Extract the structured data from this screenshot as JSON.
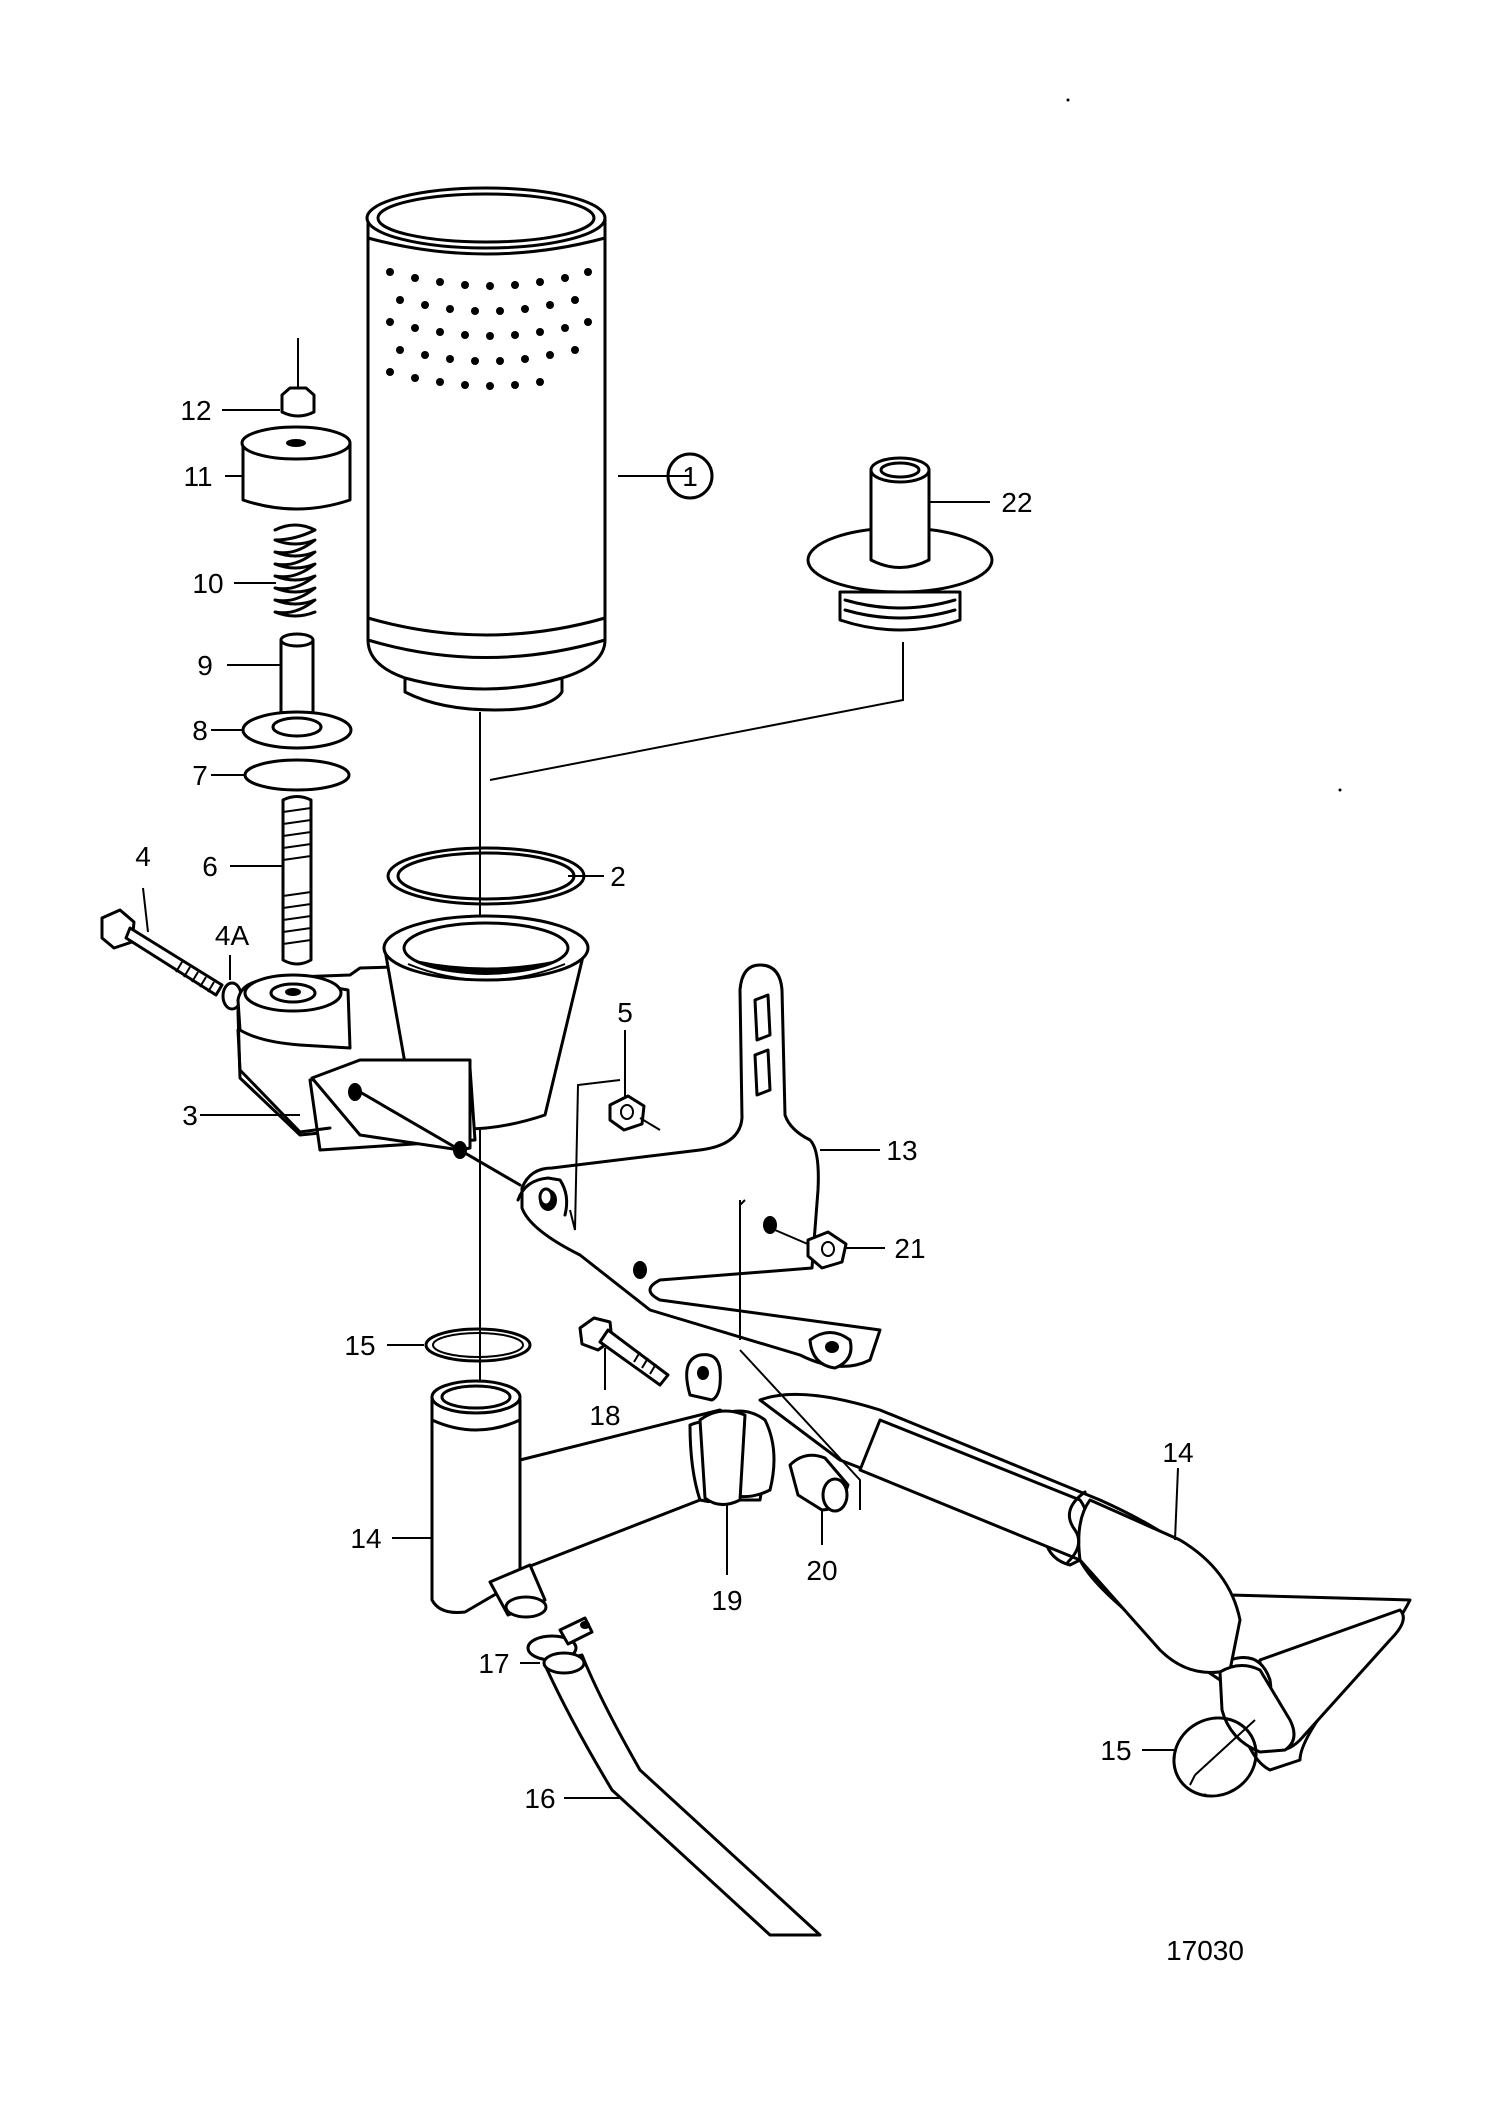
{
  "figure_number": "17030",
  "callouts": [
    {
      "id": "c1",
      "text": "1",
      "circled": true
    },
    {
      "id": "c2",
      "text": "2"
    },
    {
      "id": "c3",
      "text": "3"
    },
    {
      "id": "c4",
      "text": "4"
    },
    {
      "id": "c4a",
      "text": "4A"
    },
    {
      "id": "c5",
      "text": "5"
    },
    {
      "id": "c6",
      "text": "6"
    },
    {
      "id": "c7",
      "text": "7"
    },
    {
      "id": "c8",
      "text": "8"
    },
    {
      "id": "c9",
      "text": "9"
    },
    {
      "id": "c10",
      "text": "10"
    },
    {
      "id": "c11",
      "text": "11"
    },
    {
      "id": "c12",
      "text": "12"
    },
    {
      "id": "c13",
      "text": "13"
    },
    {
      "id": "c14a",
      "text": "14"
    },
    {
      "id": "c14b",
      "text": "14"
    },
    {
      "id": "c15a",
      "text": "15"
    },
    {
      "id": "c15b",
      "text": "15"
    },
    {
      "id": "c16",
      "text": "16"
    },
    {
      "id": "c17",
      "text": "17"
    },
    {
      "id": "c18",
      "text": "18"
    },
    {
      "id": "c19",
      "text": "19"
    },
    {
      "id": "c20",
      "text": "20"
    },
    {
      "id": "c21",
      "text": "21"
    },
    {
      "id": "c22",
      "text": "22"
    }
  ]
}
